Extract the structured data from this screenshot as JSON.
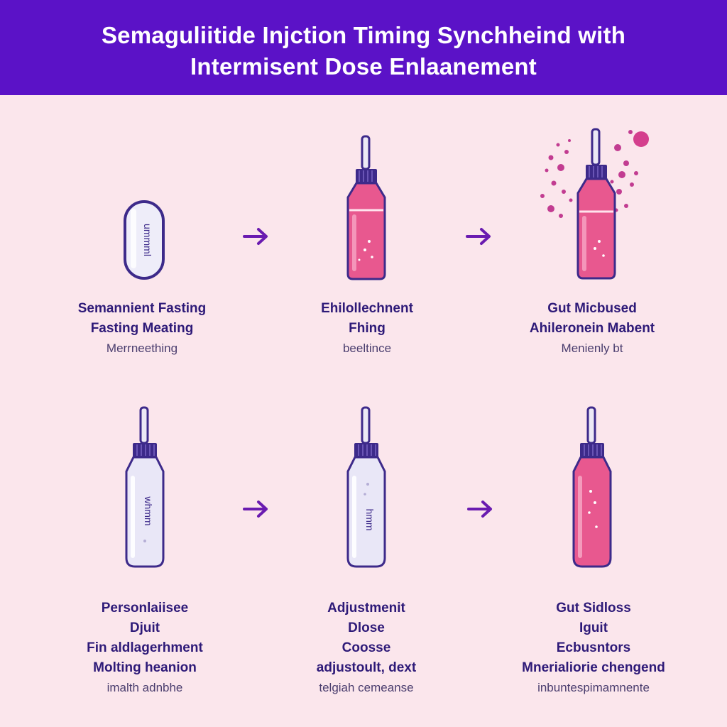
{
  "header": {
    "line1": "Semaguliitide Injction Timing Synchheind with",
    "line2": "Intermisent Dose Enlaanement"
  },
  "colors": {
    "header_bg": "#5b12c7",
    "background": "#fbe6ec",
    "vial_pink": "#e8588f",
    "vial_clear": "#e9e7f7",
    "cap_purple": "#3d2a8a",
    "arrow": "#6a1bb0"
  },
  "row1": [
    {
      "icon": "capsule-icon",
      "capsule_label": "ummml",
      "title_lines": [
        "Semannient Fasting",
        "Fasting Meating"
      ],
      "sub": "Merrneething"
    },
    {
      "icon": "pink-vial-icon",
      "title_lines": [
        "Ehilollechnent",
        "Fhing"
      ],
      "sub": "beeltince"
    },
    {
      "icon": "pink-vial-splash-icon",
      "title_lines": [
        "Gut Micbused",
        "Ahileronein Mabent"
      ],
      "sub": "Menienly bt"
    }
  ],
  "row2": [
    {
      "icon": "clear-vial-icon",
      "vial_label": "whmm",
      "title_lines": [
        "Personlaiisee",
        "Djuit",
        "Fin aldlagerhment",
        "Molting heanion"
      ],
      "sub": "imalth adnbhe"
    },
    {
      "icon": "clear-vial-icon",
      "vial_label": "hmm",
      "title_lines": [
        "Adjustmenit",
        "Dlose",
        "Coosse",
        "adjustoult, dext"
      ],
      "sub": "telgiah cemeanse"
    },
    {
      "icon": "pink-vial-icon",
      "title_lines": [
        "Gut Sidloss",
        "Iguit",
        "Ecbusntors",
        "Mnerialiorie chengend"
      ],
      "sub": "inbuntespimamnente"
    }
  ]
}
